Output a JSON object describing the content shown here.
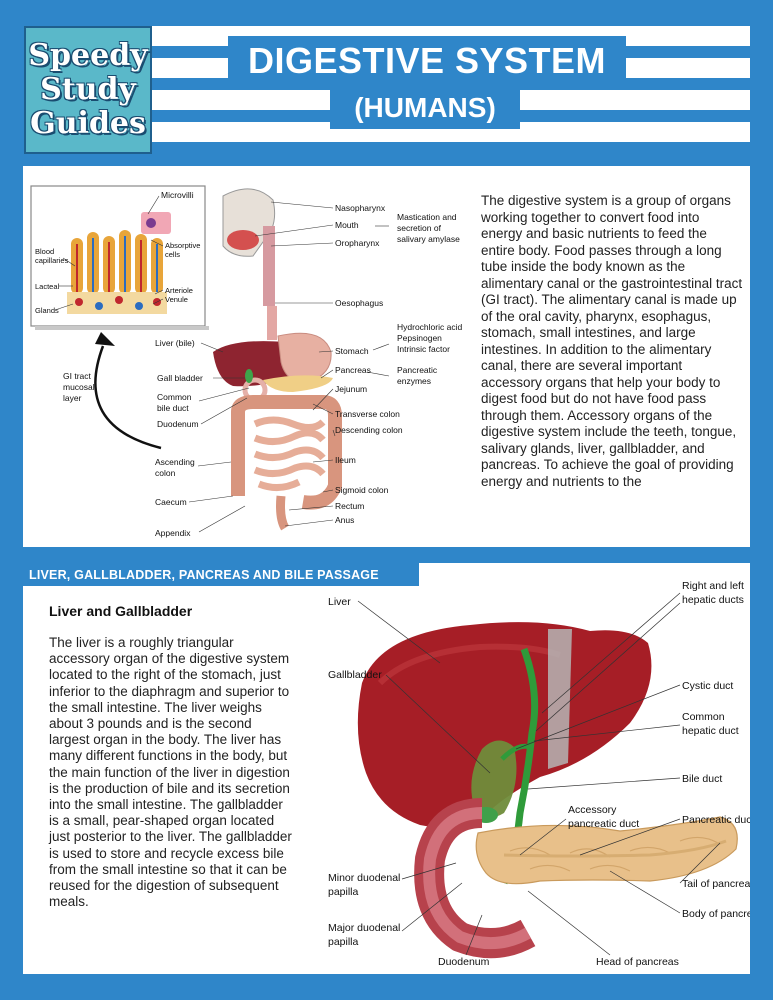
{
  "header": {
    "logo_lines": [
      "Speedy",
      "Study",
      "Guides"
    ],
    "title": "DIGESTIVE SYSTEM",
    "subtitle": "(HUMANS)"
  },
  "intro": {
    "paragraph": "The digestive system is a group of organs working together to convert food into energy and basic nutrients to feed the entire body. Food passes through a long tube inside the body known as the alimentary canal or the gastrointestinal tract (GI tract). The alimentary canal is made up of the oral cavity, pharynx, esophagus, stomach, small intestines, and large intestines. In addition to the alimentary canal, there are several important accessory organs that help your body to digest food but do not have food pass through them. Accessory organs of the digestive system include the teeth, tongue, salivary glands, liver, gallbladder, and pancreas. To achieve the goal of providing energy and nutrients to the"
  },
  "diagram1": {
    "inset_labels": {
      "microvilli": "Microvilli",
      "absorptive_cells": [
        "Absorptive",
        "cells"
      ],
      "blood_capillaries": [
        "Blood",
        "capillaries"
      ],
      "lacteal": "Lacteal",
      "glands": "Glands",
      "arteriole": "Arteriole",
      "venule": "Venule"
    },
    "gi_tract_label": [
      "GI tract",
      "mucosal",
      "layer"
    ],
    "right_labels": {
      "nasopharynx": "Nasopharynx",
      "mouth": "Mouth",
      "oropharynx": "Oropharynx",
      "mastication": [
        "Mastication and",
        "secretion of",
        "salivary amylase"
      ],
      "oesophagus": "Oesophagus",
      "stomach": "Stomach",
      "stomach_note": [
        "Hydrochloric acid",
        "Pepsinogen",
        "Intrinsic factor"
      ],
      "pancreas": "Pancreas",
      "pancreas_note": [
        "Pancreatic",
        "enzymes"
      ],
      "jejunum": "Jejunum",
      "transverse_colon": "Transverse colon",
      "descending_colon": "Descending colon",
      "ileum": "Ileum",
      "sigmoid_colon": "Sigmoid colon",
      "rectum": "Rectum",
      "anus": "Anus"
    },
    "left_labels": {
      "liver": "Liver (bile)",
      "gall_bladder": "Gall bladder",
      "common_bile_duct": [
        "Common",
        "bile duct"
      ],
      "duodenum": "Duodenum",
      "ascending_colon": [
        "Ascending",
        "colon"
      ],
      "caecum": "Caecum",
      "appendix": "Appendix"
    }
  },
  "section2": {
    "header": "LIVER, GALLBLADDER, PANCREAS AND BILE PASSAGE",
    "heading": "Liver and Gallbladder",
    "paragraph": "The liver is a roughly triangular accessory organ of the digestive system located to the right of the stomach, just inferior to the diaphragm and superior to the small intestine. The liver weighs about 3 pounds and is the second largest organ in the body. The liver has many different functions in the body, but the main function of the liver in digestion is the production of bile and its secretion into the small intestine. The gallbladder is a small, pear-shaped organ located just posterior to the liver. The gallbladder is used to store and recycle excess bile from the small intestine so that it can be reused for the digestion of subsequent meals."
  },
  "diagram2": {
    "labels": {
      "liver": "Liver",
      "hepatic_ducts": [
        "Right and left",
        "hepatic ducts"
      ],
      "gallbladder": "Gallbladder",
      "cystic_duct": "Cystic duct",
      "common_hepatic_duct": [
        "Common",
        "hepatic duct"
      ],
      "bile_duct": "Bile duct",
      "accessory_pancreatic_duct": [
        "Accessory",
        "pancreatic duct"
      ],
      "pancreatic_duct": "Pancreatic duct",
      "minor_papilla": [
        "Minor duodenal",
        "papilla"
      ],
      "tail_of_pancreas": "Tail of pancreas",
      "body_of_pancreas": "Body of pancreas",
      "major_papilla": [
        "Major duodenal",
        "papilla"
      ],
      "duodenum": "Duodenum",
      "head_of_pancreas": "Head of pancreas"
    }
  },
  "colors": {
    "background": "#2f86c9",
    "logo": "#5ab8c9",
    "liver": "#a61e26",
    "pancreas": "#e8c08a",
    "gallbladder": "#2f9b3a"
  }
}
